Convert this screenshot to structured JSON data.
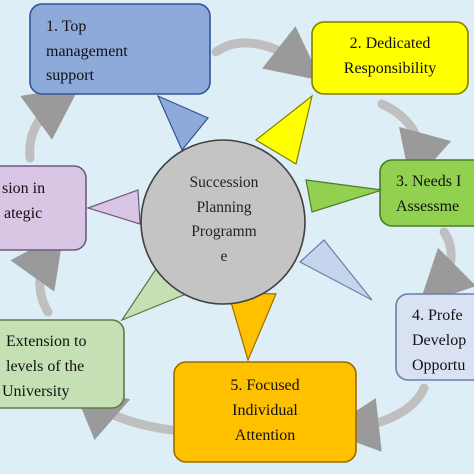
{
  "diagram": {
    "center": {
      "lines": [
        "Succession",
        "Planning",
        "Programm",
        "e"
      ],
      "fill": "#c4c4c4"
    },
    "boxes": [
      {
        "id": "top-management",
        "lines": [
          "1. Top",
          "management",
          "support"
        ],
        "fill": "#8eaadb",
        "stroke": "#2f5597"
      },
      {
        "id": "dedicated-responsibility",
        "lines": [
          "2. Dedicated",
          "Responsibility"
        ],
        "fill": "#ffff00",
        "stroke": "#7f7f00"
      },
      {
        "id": "needs-assessment",
        "lines": [
          "3. Needs I",
          "Assessme"
        ],
        "fill": "#92d050",
        "stroke": "#4e7a28"
      },
      {
        "id": "professional-development",
        "lines": [
          "4. Profe",
          "Develop",
          "Opportu"
        ],
        "fill": "#d9e2f3",
        "stroke": "#6b7fa8"
      },
      {
        "id": "focused-attention",
        "lines": [
          "5. Focused",
          "Individual",
          "Attention"
        ],
        "fill": "#ffc000",
        "stroke": "#9c6b00"
      },
      {
        "id": "extension-university",
        "lines": [
          "Extension to",
          "levels of the",
          "University"
        ],
        "fill": "#c5e0b4",
        "stroke": "#5f7a45"
      },
      {
        "id": "inclusion-strategic",
        "lines": [
          "sion in",
          "ategic"
        ],
        "fill": "#d9c6e5",
        "stroke": "#6f5a80"
      }
    ],
    "pointer_colors": [
      "#8eaadb",
      "#ffff00",
      "#92d050",
      "#c5d5ee",
      "#ffc000",
      "#c5e0b4",
      "#d9c6e5"
    ],
    "arrow_color": "#bfbfbf",
    "background": "#deeef6"
  }
}
